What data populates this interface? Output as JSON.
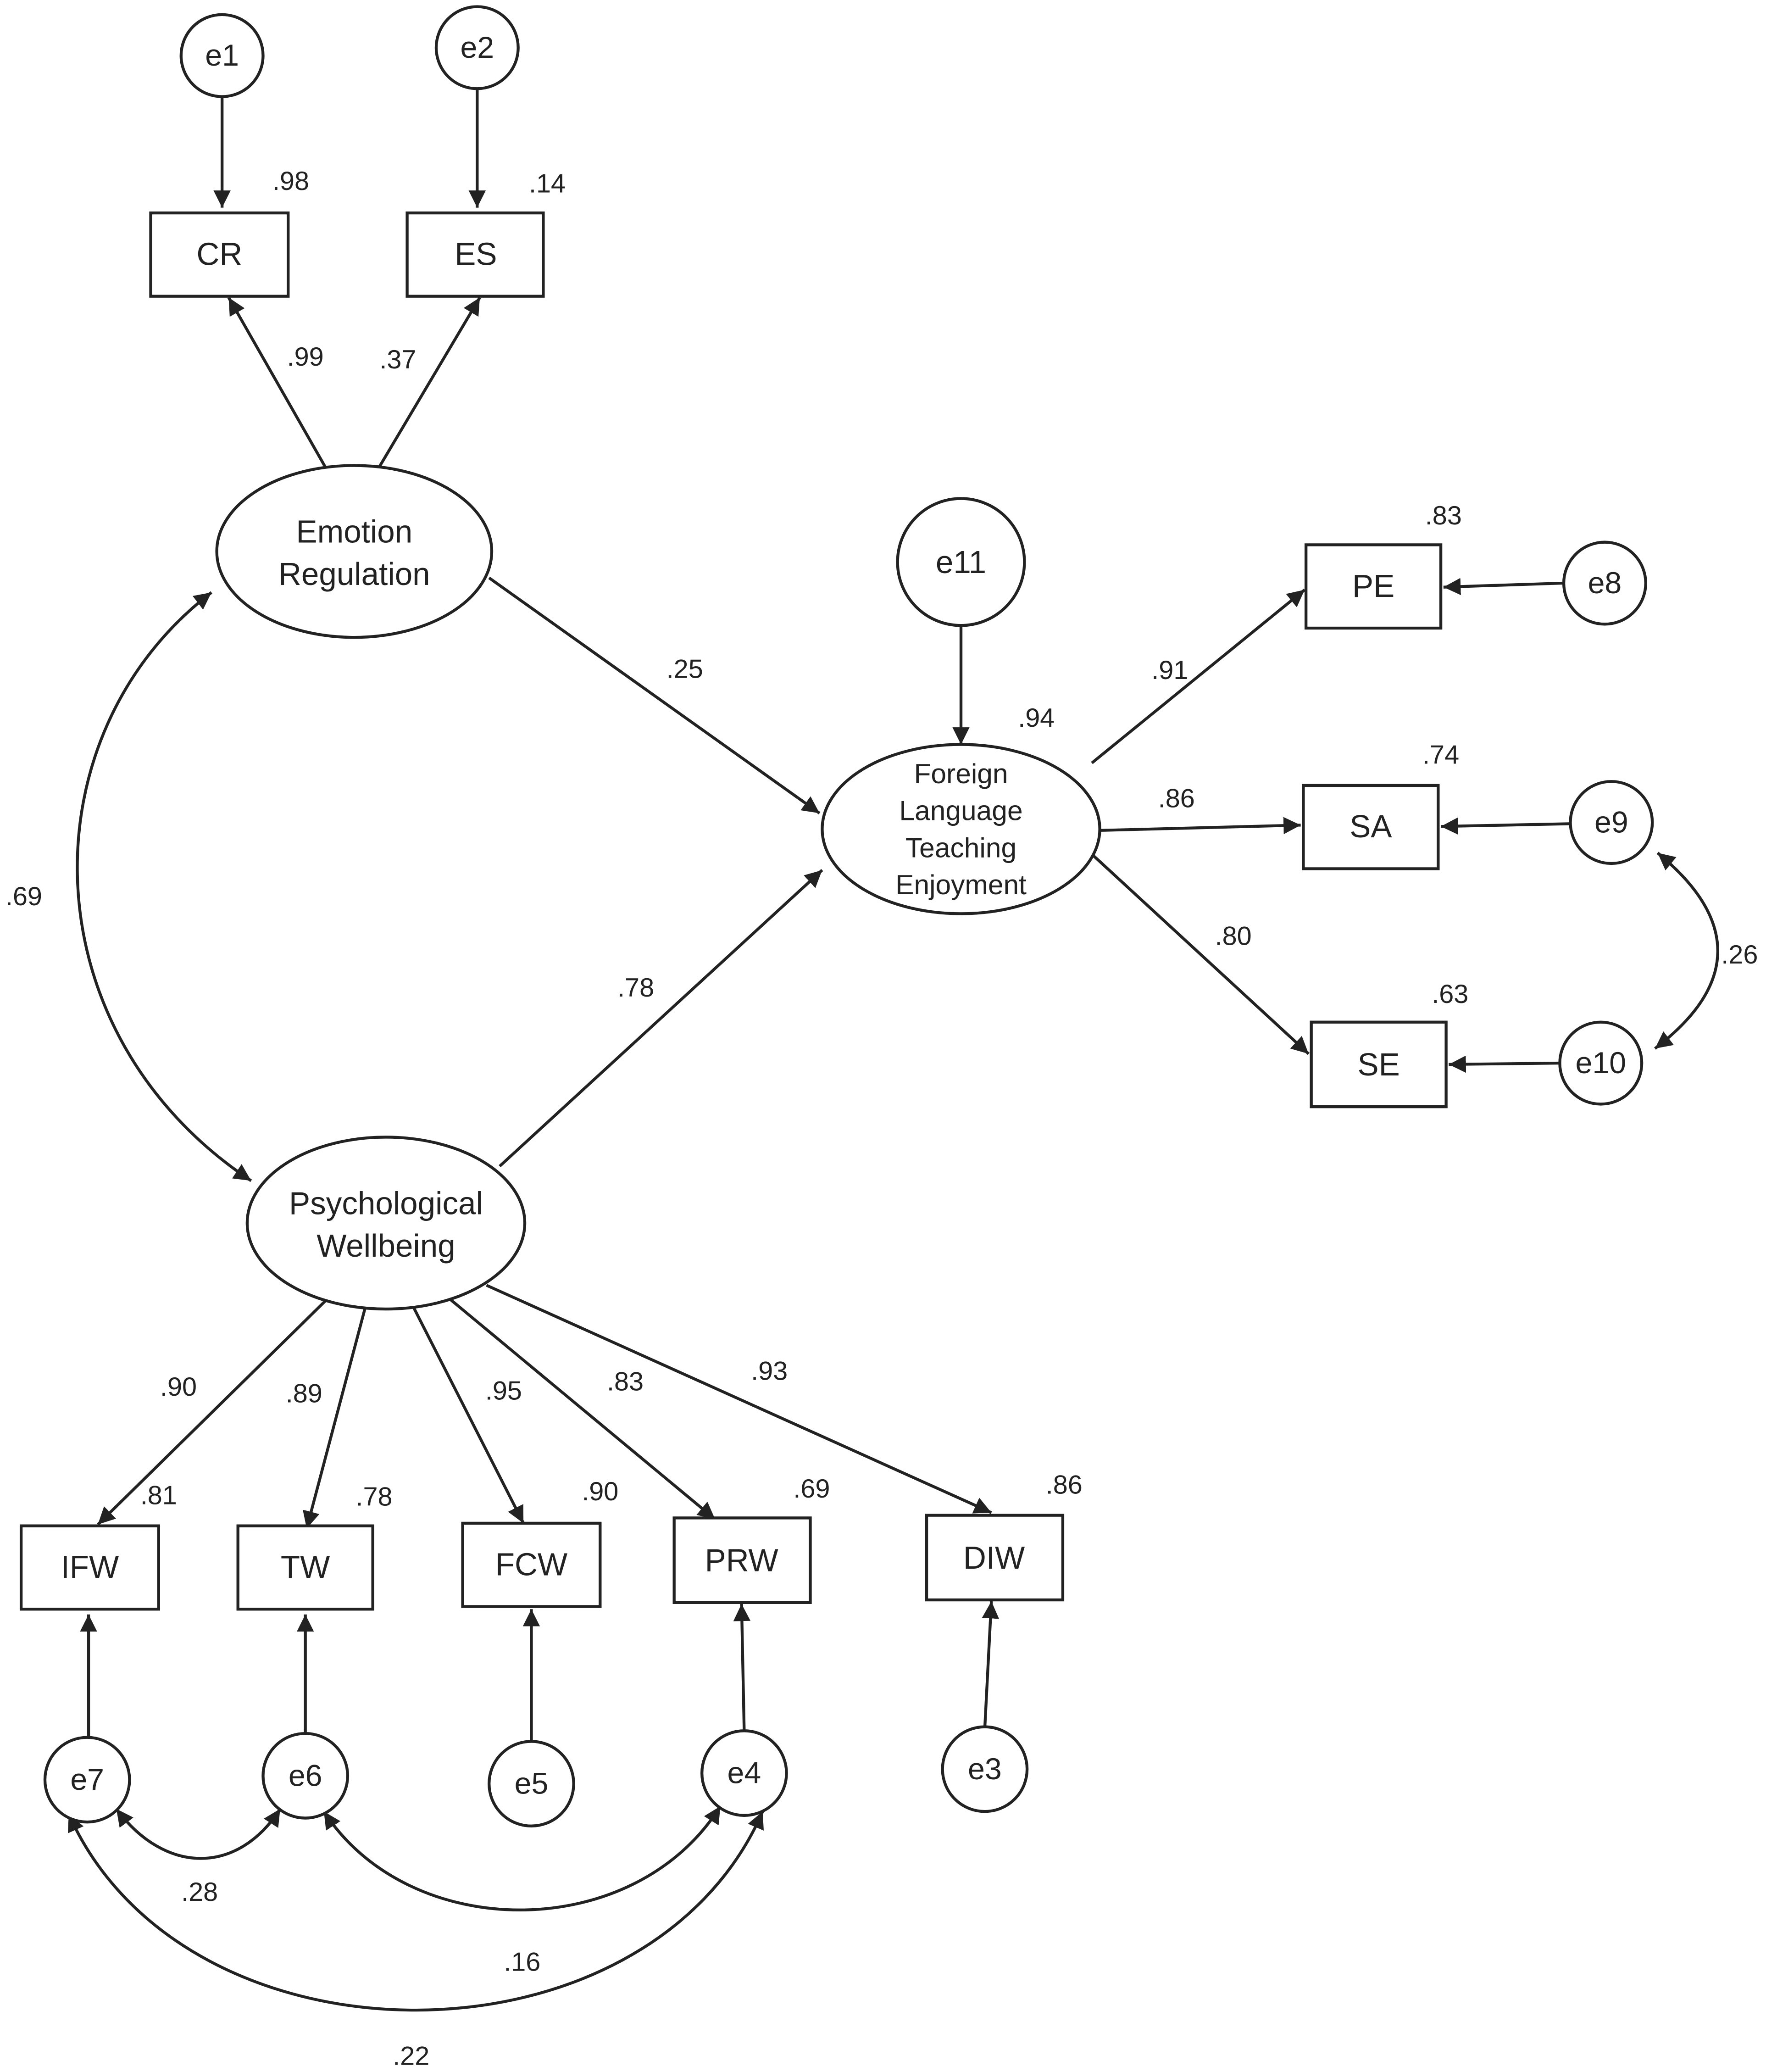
{
  "nodes": {
    "e1": "e1",
    "e2": "e2",
    "e3": "e3",
    "e4": "e4",
    "e5": "e5",
    "e6": "e6",
    "e7": "e7",
    "e8": "e8",
    "e9": "e9",
    "e10": "e10",
    "e11": "e11",
    "CR": "CR",
    "ES": "ES",
    "PE": "PE",
    "SA": "SA",
    "SE": "SE",
    "IFW": "IFW",
    "TW": "TW",
    "FCW": "FCW",
    "PRW": "PRW",
    "DIW": "DIW",
    "emotion_regulation": [
      "Emotion",
      "Regulation"
    ],
    "foreign_language_teaching_enjoyment": [
      "Foreign",
      "Language",
      "Teaching",
      "Enjoyment"
    ],
    "psychological_wellbeing": [
      "Psychological",
      "Wellbeing"
    ]
  },
  "coefficients": {
    "r2_CR": ".98",
    "r2_ES": ".14",
    "loading_CR": ".99",
    "loading_ES": ".37",
    "r2_PE": ".83",
    "r2_SA": ".74",
    "r2_SE": ".63",
    "loading_PE": ".91",
    "loading_SA": ".86",
    "loading_SE": ".80",
    "r2_FLTE": ".94",
    "path_ER_FLTE": ".25",
    "path_PWB_FLTE": ".78",
    "cov_ER_PWB": ".69",
    "cov_e9_e10": ".26",
    "loading_IFW": ".90",
    "loading_TW": ".89",
    "loading_FCW": ".95",
    "loading_PRW": ".83",
    "loading_DIW": ".93",
    "r2_IFW": ".81",
    "r2_TW": ".78",
    "r2_FCW": ".90",
    "r2_PRW": ".69",
    "r2_DIW": ".86",
    "cov_e7_e6": ".28",
    "cov_e6_e4": ".16",
    "cov_e7_e4": ".22"
  }
}
